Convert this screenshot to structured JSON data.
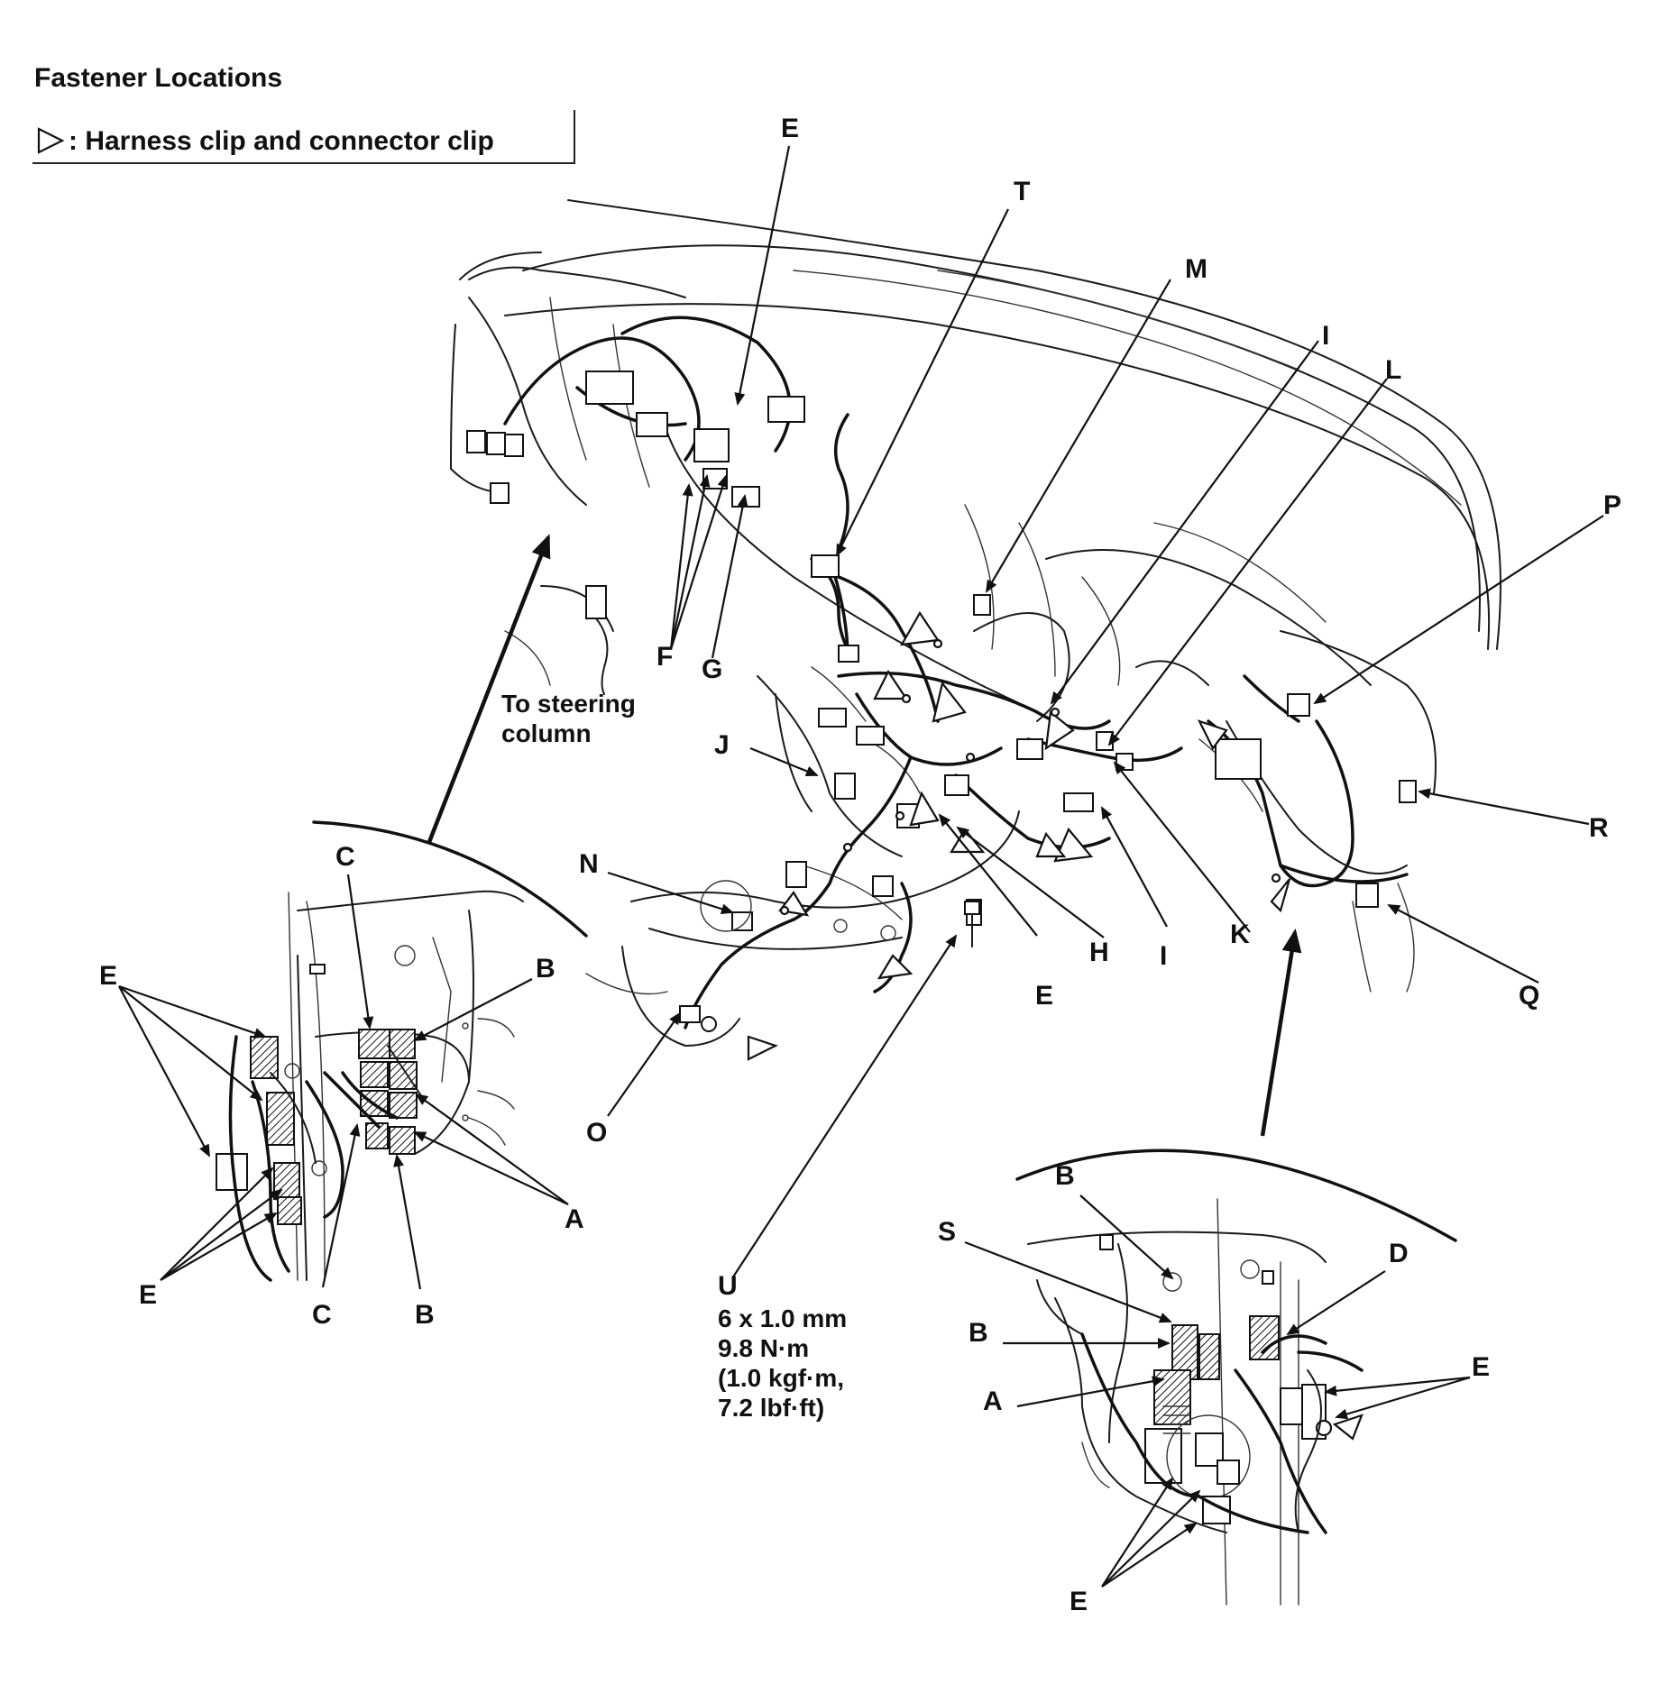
{
  "title": "Fastener Locations",
  "legend": {
    "symbol": "clip-triangle-icon",
    "text": ": Harness clip and connector clip"
  },
  "callouts": {
    "E": "E",
    "T": "T",
    "M": "M",
    "I": "I",
    "L": "L",
    "P": "P",
    "F": "F",
    "G": "G",
    "J": "J",
    "R": "R",
    "N": "N",
    "H": "H",
    "K": "K",
    "Q": "Q",
    "O": "O",
    "U": "U",
    "C": "C",
    "B": "B",
    "A": "A",
    "S": "S",
    "D": "D"
  },
  "steering_note": "To steering\ncolumn",
  "bolt_spec": "6 x 1.0 mm\n9.8 N·m\n(1.0 kgf·m,\n7.2 lbf·ft)",
  "colors": {
    "ink": "#111111",
    "paper": "#ffffff"
  }
}
